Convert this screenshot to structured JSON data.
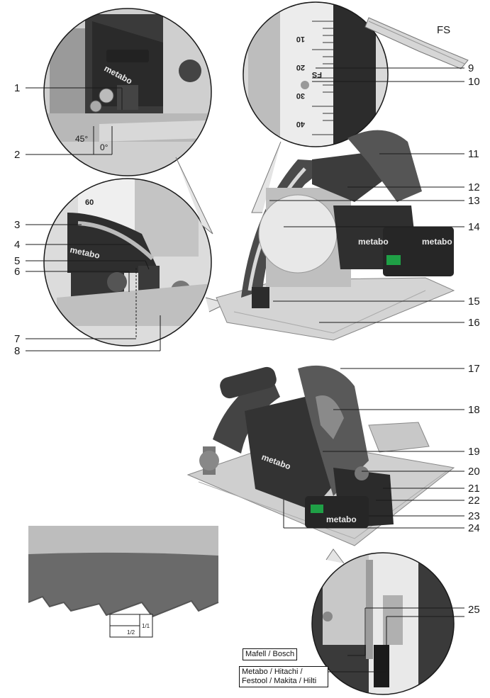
{
  "callouts": {
    "c1": "1",
    "c2": "2",
    "c3": "3",
    "c4": "4",
    "c5": "5",
    "c6": "6",
    "c7": "7",
    "c8": "8",
    "c9": "9",
    "c10": "10",
    "c11": "11",
    "c12": "12",
    "c13": "13",
    "c14": "14",
    "c15": "15",
    "c16": "16",
    "c17": "17",
    "c18": "18",
    "c19": "19",
    "c20": "20",
    "c21": "21",
    "c22": "22",
    "c23": "23",
    "c24": "24",
    "c25": "25"
  },
  "angle_marks": {
    "a45": "45°",
    "a0": "0°"
  },
  "rail_label": "FS",
  "scale_numbers": [
    "10",
    "20",
    "30",
    "40"
  ],
  "scale_tag": "FS",
  "bevel_scale_top": "60",
  "brand_text": "metabo",
  "blade_fractions": {
    "half": "1/2",
    "full": "1/1"
  },
  "rail_compat": {
    "mafell_bosch": "Mafell / Bosch",
    "others_line1": "Metabo / Hitachi /",
    "others_line2": "Festool / Makita / Hilti"
  },
  "colors": {
    "accent": "#1fa046",
    "line": "#1a1a1a",
    "body": "#5a5a5a",
    "dark": "#2e2e2e"
  }
}
